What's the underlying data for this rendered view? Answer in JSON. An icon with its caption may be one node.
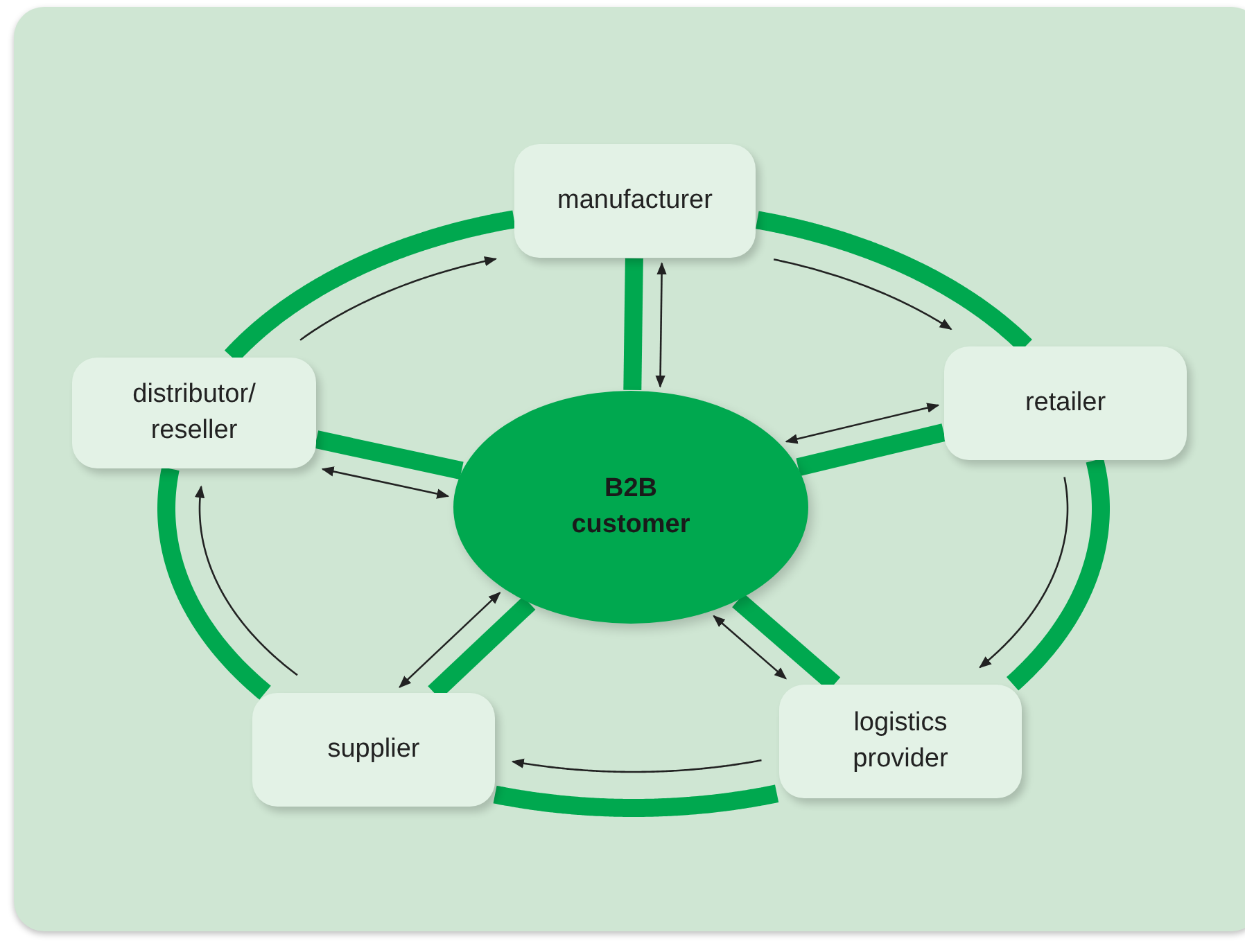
{
  "diagram": {
    "nodes": [
      {
        "text": [
          "manufacturer"
        ]
      },
      {
        "text": [
          "distributor/ reseller"
        ]
      },
      {
        "text": [
          "retailer"
        ]
      },
      {
        "text": [
          "B2B customer"
        ]
      },
      {
        "text": [
          "supplier"
        ]
      },
      {
        "text": [
          "logistics provider"
        ]
      }
    ],
    "edges": [
      {
        "from": 1,
        "to": 0,
        "arrow": "none",
        "style": "thick",
        "color": "#00a84f"
      },
      {
        "from": 0,
        "to": 2,
        "arrow": "none",
        "style": "thick",
        "color": "#00a84f"
      },
      {
        "from": 2,
        "to": 5,
        "arrow": "none",
        "style": "thick",
        "color": "#00a84f"
      },
      {
        "from": 5,
        "to": 4,
        "arrow": "none",
        "style": "thick",
        "color": "#00a84f"
      },
      {
        "from": 4,
        "to": 1,
        "arrow": "none",
        "style": "thick",
        "color": "#00a84f"
      },
      {
        "from": 3,
        "to": 0,
        "arrow": "none",
        "style": "thick",
        "color": "#00a84f"
      },
      {
        "from": 3,
        "to": 1,
        "arrow": "none",
        "style": "thick",
        "color": "#00a84f"
      },
      {
        "from": 3,
        "to": 2,
        "arrow": "none",
        "style": "thick",
        "color": "#00a84f"
      },
      {
        "from": 3,
        "to": 4,
        "arrow": "none",
        "style": "thick",
        "color": "#00a84f"
      },
      {
        "from": 3,
        "to": 5,
        "arrow": "none",
        "style": "thick",
        "color": "#00a84f"
      },
      {
        "from": 1,
        "to": 0,
        "arrow": "to",
        "color": "#222222"
      },
      {
        "from": 0,
        "to": 2,
        "arrow": "to",
        "color": "#222222"
      },
      {
        "from": 2,
        "to": 5,
        "arrow": "to",
        "color": "#222222"
      },
      {
        "from": 5,
        "to": 4,
        "arrow": "to",
        "color": "#222222"
      },
      {
        "from": 4,
        "to": 1,
        "arrow": "to",
        "color": "#222222"
      },
      {
        "from": 3,
        "to": 0,
        "arrow": "both",
        "color": "#222222"
      },
      {
        "from": 3,
        "to": 1,
        "arrow": "both",
        "color": "#222222"
      },
      {
        "from": 3,
        "to": 2,
        "arrow": "both",
        "color": "#222222"
      },
      {
        "from": 3,
        "to": 4,
        "arrow": "both",
        "color": "#222222"
      },
      {
        "from": 3,
        "to": 5,
        "arrow": "both",
        "color": "#222222"
      }
    ]
  }
}
